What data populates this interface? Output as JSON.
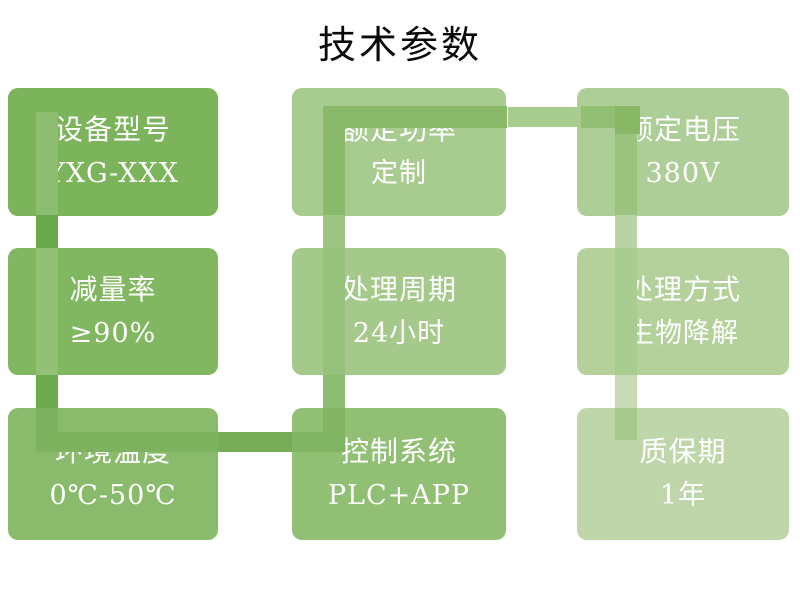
{
  "title": "技术参数",
  "colors": {
    "background": "#ffffff",
    "title_text": "#0a0a0a",
    "box_text": "#ffffff"
  },
  "boxes": [
    {
      "title": "设备型号",
      "value": "YXG-XXX",
      "color": "#7cb45c"
    },
    {
      "title": "额定功率",
      "value": "定制",
      "color": "#a8cb8f"
    },
    {
      "title": "额定电压",
      "value": "380V",
      "color": "#aece97"
    },
    {
      "title": "减量率",
      "value": "≥90%",
      "color": "#81b761"
    },
    {
      "title": "处理周期",
      "value": "24小时",
      "color": "#a4c98b"
    },
    {
      "title": "处理方式",
      "value": "生物降解",
      "color": "#b4d19c"
    },
    {
      "title": "环境温度",
      "value": "0℃-50℃",
      "color": "#8abb6c"
    },
    {
      "title": "控制系统",
      "value": "PLC+APP",
      "color": "#91bf74"
    },
    {
      "title": "质保期",
      "value": "1年",
      "color": "#bed6a9"
    }
  ],
  "connector": {
    "segments": {
      "start_over_box1": "#8dbe6f",
      "col1_gap_row1_row2": "#69a94b",
      "over_box4": "#92c175",
      "col1_gap_row2_row3": "#6eab4f",
      "over_box7_vertical": "#7db25e",
      "over_box7_horizontal": "#7db25e",
      "bottom_gap": "#76ac55",
      "over_box8_horizontal": "#81b463",
      "over_box8_vertical": "#81b463",
      "col2_gap_row2_row3": "#8cbc70",
      "over_box5": "#97c27b",
      "col2_gap_row1_row2": "#9dc483",
      "over_box2_vertical": "#8aba69",
      "over_box2_horizontal": "#8aba69",
      "top_gap": "#a8cb90",
      "over_box3_horizontal": "#93bf74",
      "turn_square_box3": "#88b866",
      "over_box3_vertical": "#9cc37e",
      "col3_gap_row1_row2": "#b9d3a5",
      "over_box6": "#a9cc90",
      "col3_gap_row2_row3": "#c7dcb6",
      "end_over_box9": "#a6c98d"
    }
  }
}
